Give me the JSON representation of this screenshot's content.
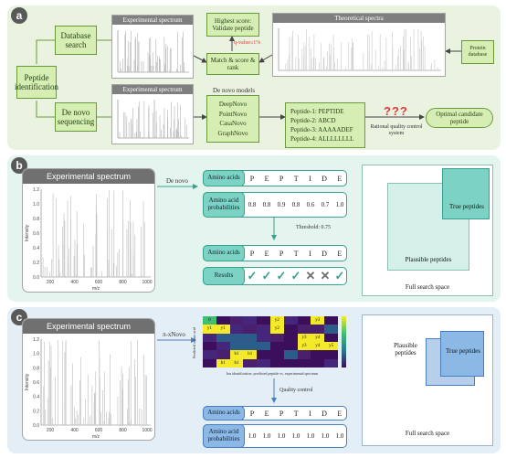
{
  "panel_a": {
    "label": "a",
    "peptide_identification": "Peptide identification",
    "database_search": "Database search",
    "de_novo_sequencing": "De novo sequencing",
    "exp_spectrum_1": "Experimental spectrum",
    "exp_spectrum_2": "Experimental spectrum",
    "theoretical_spectra": "Theoretical spectra",
    "highest_score": "Highest score: Validate peptide",
    "q_value": "q-value≤1%",
    "match_score_rank": "Match & score & rank",
    "protein_database": "Protein database",
    "de_novo_models_title": "De novo models",
    "models": [
      "DeepNovo",
      "PointNovo",
      "CasaNovo",
      "GraphNovo"
    ],
    "peptides": [
      "Peptide-1: PEPTIDE",
      "Peptide-2: ABCD",
      "Peptide-3: AAAAADEF",
      "Peptide-4: ALLLLLLLL"
    ],
    "question_marks": "???",
    "rational_qc": "Rational quality control system",
    "optimal_candidate": "Optimal candidate peptide"
  },
  "panel_b": {
    "label": "b",
    "exp_spectrum": "Experimental spectrum",
    "method": "De novo",
    "amino_acids_label": "Amino acids",
    "amino_acids": [
      "P",
      "E",
      "P",
      "T",
      "I",
      "D",
      "E"
    ],
    "probabilities_label": "Amino acid probabilities",
    "probabilities": [
      "0.8",
      "0.8",
      "0.9",
      "0.8",
      "0.6",
      "0.7",
      "1.0"
    ],
    "threshold": "Threshold: 0.75",
    "amino_acids_label_2": "Amino acids",
    "amino_acids_2": [
      "P",
      "E",
      "P",
      "T",
      "I",
      "D",
      "E"
    ],
    "results_label": "Results",
    "results": [
      "✓",
      "✓",
      "✓",
      "✓",
      "✕",
      "✕",
      "✓"
    ],
    "true_peptides": "True peptides",
    "plausible_peptides": "Plausible peptides",
    "full_search_space": "Full search space"
  },
  "panel_c": {
    "label": "c",
    "exp_spectrum": "Experimental spectrum",
    "method": "π-xNovo",
    "quality_control": "Quality control",
    "amino_acids_label": "Amino acids",
    "amino_acids": [
      "P",
      "E",
      "P",
      "T",
      "I",
      "D",
      "E"
    ],
    "probabilities_label": "Amino acid probabilities",
    "probabilities": [
      "1.0",
      "1.0",
      "1.0",
      "1.0",
      "1.0",
      "1.0",
      "1.0"
    ],
    "heatmap_ylabel": "Predicted amino acid",
    "heatmap_xlabel": "Ion identification: predicted peptide vs. experimental spectrum",
    "heatmap_labels": [
      "0",
      "y1",
      "y1",
      "y2",
      "y2",
      "y3",
      "y3",
      "y3",
      "y4",
      "y4",
      "y5",
      "b1",
      "b1",
      "b1",
      "b1"
    ],
    "true_peptides": "True peptides",
    "plausible_peptides": "Plausible peptides",
    "full_search_space": "Full search space"
  },
  "spectrum_axis": {
    "ticks_y": [
      "1.2",
      "1.0",
      "0.8",
      "0.6",
      "0.4",
      "0.2",
      "0.0"
    ],
    "ticks_x": [
      "200",
      "400",
      "600",
      "800",
      "1000"
    ],
    "xlabel": "m/z",
    "ylabel": "Intensity"
  },
  "colors": {
    "green_panel": "#e9f3df",
    "teal_panel": "#e4f4ef",
    "blue_panel": "#e3eef7",
    "green_box": "#d6eeb4",
    "teal_box": "#7cd3c3",
    "blue_box": "#8cb8e6",
    "check": "#3aa08f",
    "cross": "#6f6f6f",
    "question": "#e03a3a"
  }
}
